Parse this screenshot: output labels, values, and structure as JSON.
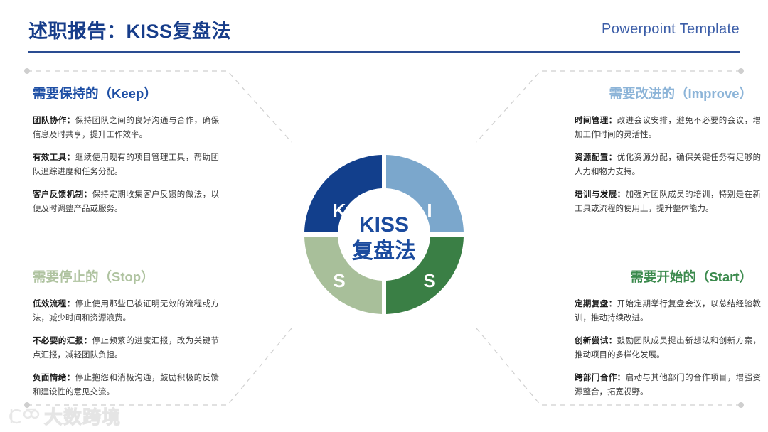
{
  "header": {
    "title": "述职报告：KISS复盘法",
    "subtitle": "Powerpoint Template"
  },
  "colors": {
    "keep": "#1E4FA5",
    "improve": "#8CB4D8",
    "stop": "#AFC3A0",
    "start": "#3B8A4D",
    "ring_keep": "#123F8C",
    "ring_improve": "#7BA7CC",
    "ring_stop": "#A8BF9A",
    "ring_start": "#3A7F45",
    "center_text": "#1B4B9E",
    "header_title": "#173D8A",
    "header_rule": "#2A4C92"
  },
  "center": {
    "line1": "KISS",
    "line2": "复盘法"
  },
  "ring": {
    "keep_letter": "K",
    "improve_letter": "I",
    "stop_letter": "S",
    "start_letter": "S"
  },
  "quadrants": {
    "keep": {
      "title": "需要保持的（Keep）",
      "bullets": [
        {
          "lead": "团队协作：",
          "text": "保持团队之间的良好沟通与合作，确保信息及时共享，提升工作效率。"
        },
        {
          "lead": "有效工具：",
          "text": "继续使用现有的项目管理工具，帮助团队追踪进度和任务分配。"
        },
        {
          "lead": "客户反馈机制：",
          "text": "保持定期收集客户反馈的做法，以便及时调整产品或服务。"
        }
      ]
    },
    "improve": {
      "title": "需要改进的（Improve）",
      "bullets": [
        {
          "lead": "时间管理：",
          "text": "改进会议安排，避免不必要的会议，增加工作时间的灵活性。"
        },
        {
          "lead": "资源配置：",
          "text": "优化资源分配，确保关键任务有足够的人力和物力支持。"
        },
        {
          "lead": "培训与发展：",
          "text": "加强对团队成员的培训，特别是在新工具或流程的使用上，提升整体能力。"
        }
      ]
    },
    "stop": {
      "title": "需要停止的（Stop）",
      "bullets": [
        {
          "lead": "低效流程：",
          "text": "停止使用那些已被证明无效的流程或方法，减少时间和资源浪费。"
        },
        {
          "lead": "不必要的汇报：",
          "text": "停止频繁的进度汇报，改为关键节点汇报，减轻团队负担。"
        },
        {
          "lead": "负面情绪：",
          "text": "停止抱怨和消极沟通，鼓励积极的反馈和建设性的意见交流。"
        }
      ]
    },
    "start": {
      "title": "需要开始的（Start）",
      "bullets": [
        {
          "lead": "定期复盘：",
          "text": "开始定期举行复盘会议，以总结经验教训，推动持续改进。"
        },
        {
          "lead": "创新尝试：",
          "text": "鼓励团队成员提出新想法和创新方案，推动项目的多样化发展。"
        },
        {
          "lead": "跨部门合作：",
          "text": "启动与其他部门的合作项目，增强资源整合，拓宽视野。"
        }
      ]
    }
  },
  "watermark": {
    "text": "大数跨境"
  }
}
